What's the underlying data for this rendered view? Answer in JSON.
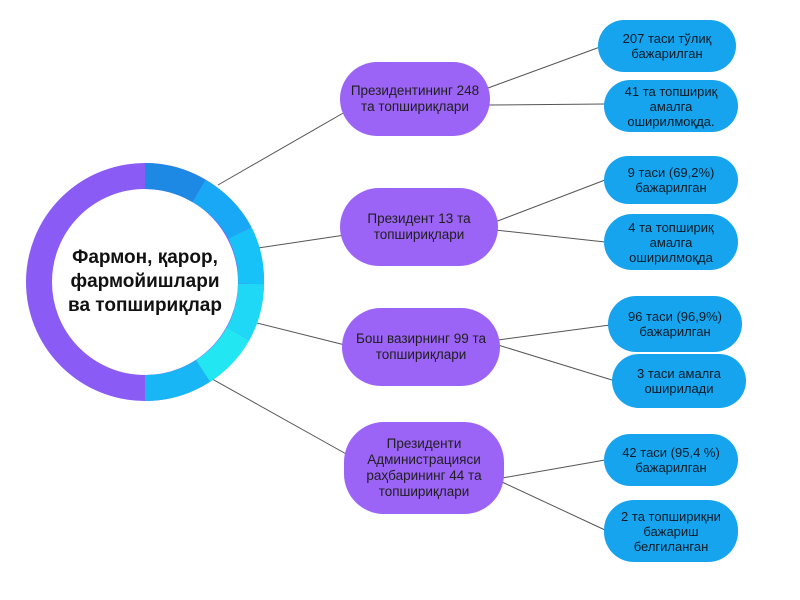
{
  "center": {
    "label": "Фармон, қарор, фармойишлари ва топшириқлар"
  },
  "branches": [
    {
      "label": "Президентининг 248 та топшириқлари",
      "items": [
        "207 таси тўлиқ бажарилган",
        "41 та топшириқ амалга оширилмоқда."
      ]
    },
    {
      "label": "Президент 13 та топшириқлари",
      "items": [
        "9 таси (69,2%) бажарилган",
        "4 та топшириқ амалга оширилмоқда"
      ]
    },
    {
      "label": "Бош вазирнинг 99 та топшириқлари",
      "items": [
        "96 таси (96,9%) бажарилган",
        "3 таси амалга оширилади"
      ]
    },
    {
      "label": "Президенти Администрацияси раҳбарининг 44 та топшириқлари",
      "items": [
        "42 таси (95,4 %) бажарилган",
        "2 та топшириқни бажариш белгиланган"
      ]
    }
  ],
  "colors": {
    "branch_fill": "#9b63f6",
    "leaf_fill": "#17a4ee",
    "ring_main": "#8a5cf5",
    "ring_accents": [
      "#1e88e5",
      "#19a8f5",
      "#16c2f7",
      "#1fd8f5",
      "#22e6f2",
      "#19b6f5"
    ],
    "connector": "#555555"
  }
}
